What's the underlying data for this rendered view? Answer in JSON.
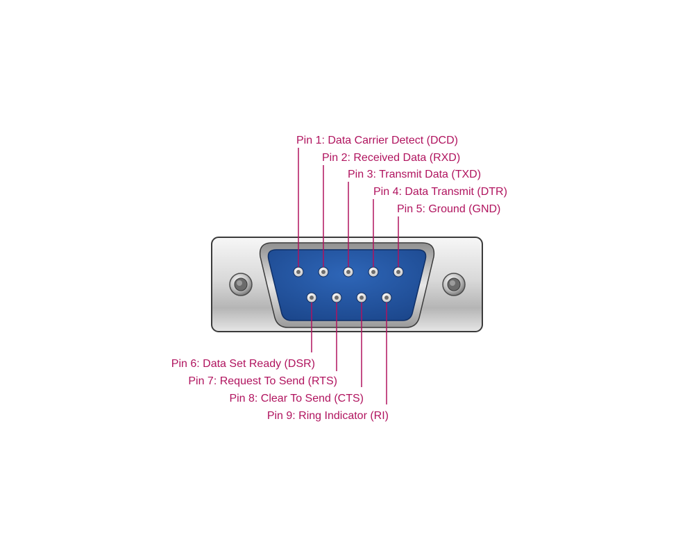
{
  "colors": {
    "label": "#b0135e",
    "leader_line": "#b0135e",
    "shell_light": "#f2f2f2",
    "shell_dark": "#8c8c8c",
    "shell_outline": "#3a3a3a",
    "insert_blue": "#1f4f98",
    "insert_blue_light": "#2c63b5",
    "pin_socket": "#ffffff",
    "pin_center": "#6d6d6d",
    "screw_outer": "#7a7a7a",
    "screw_inner": "#c9c9c9"
  },
  "icon": "db9-male-connector",
  "pins": [
    {
      "number": 1,
      "label": "Pin 1: Data Carrier Detect (DCD)"
    },
    {
      "number": 2,
      "label": "Pin 2: Received Data (RXD)"
    },
    {
      "number": 3,
      "label": "Pin 3: Transmit Data (TXD)"
    },
    {
      "number": 4,
      "label": "Pin 4: Data Transmit (DTR)"
    },
    {
      "number": 5,
      "label": "Pin 5: Ground (GND)"
    },
    {
      "number": 6,
      "label": "Pin 6: Data Set Ready (DSR)"
    },
    {
      "number": 7,
      "label": "Pin 7: Request To Send (RTS)"
    },
    {
      "number": 8,
      "label": "Pin 8: Clear To Send (CTS)"
    },
    {
      "number": 9,
      "label": "Pin 9: Ring Indicator (RI)"
    }
  ]
}
